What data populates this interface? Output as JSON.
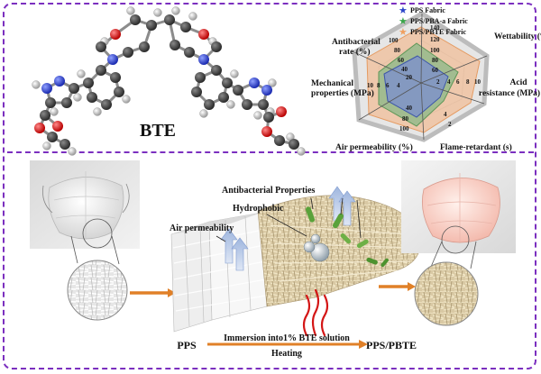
{
  "molecule": {
    "label": "BTE"
  },
  "radar": {
    "legend": [
      {
        "name": "PPS Fabric",
        "color": "#2b45c8",
        "fill": "#7f93c9"
      },
      {
        "name": "PPS/PBA-a Fabric",
        "color": "#3aa64a",
        "fill": "#8fb98a"
      },
      {
        "name": "PPS/PBTE Fabric",
        "color": "#f0a060",
        "fill": "#f3b98e"
      }
    ],
    "axes": {
      "wettability": {
        "title": "Wettability (°)",
        "ticks": [
          "140",
          "120",
          "100",
          "80",
          "60"
        ]
      },
      "acid": {
        "title_line1": "Acid",
        "title_line2": "resistance (MPa)",
        "ticks": [
          "2",
          "4",
          "6",
          "8",
          "10"
        ]
      },
      "flame": {
        "title": "Flame-retardant (s)",
        "ticks": [
          "4",
          "2"
        ]
      },
      "air": {
        "title": "Air permeability (%)",
        "ticks": [
          "40",
          "80",
          "100"
        ]
      },
      "mechanical": {
        "title_line1": "Mechanical",
        "title_line2": "properties (MPa)",
        "ticks": [
          "10",
          "8",
          "6",
          "4"
        ]
      },
      "antibacterial": {
        "title_line1": "Antibacterial",
        "title_line2": "rate (%)",
        "ticks": [
          "100",
          "80",
          "60",
          "40",
          "20"
        ]
      }
    }
  },
  "process": {
    "air_permeability": "Air permeability",
    "hydrophobic": "Hydrophobic",
    "antibacterial": "Antibacterial  Properties",
    "pps": "PPS",
    "pps_pbte": "PPS/PBTE",
    "step1": "Immersion into1% BTE solution",
    "step2": "Heating"
  }
}
